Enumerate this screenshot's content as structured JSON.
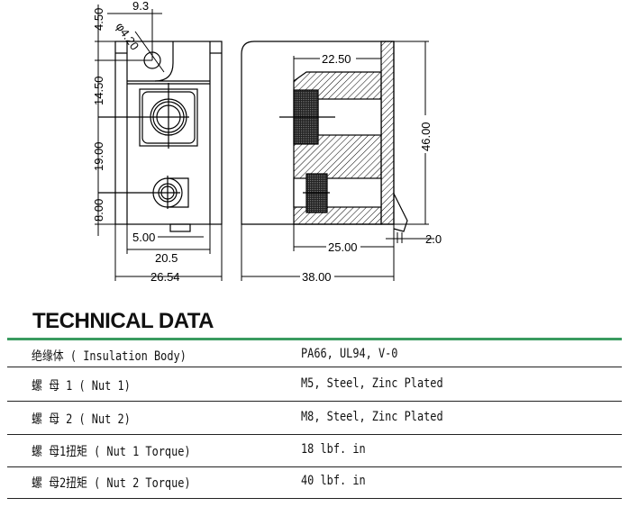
{
  "drawing": {
    "front_dims": {
      "top_offset": "4.50",
      "hole_x": "9.3",
      "hole_dia": "φ4.20",
      "nut1_y": "14.50",
      "nut2_y": "19.00",
      "bottom_y": "8.00",
      "tab_w": "5.00",
      "inner_w": "20.5",
      "outer_w": "26.54"
    },
    "side_dims": {
      "depth_inner": "22.50",
      "height": "46.00",
      "base_len": "25.00",
      "total_len": "38.00",
      "lip": "2.0"
    }
  },
  "section": {
    "title": "TECHNICAL DATA"
  },
  "table": {
    "rows": [
      {
        "label": "绝缘体 ( Insulation Body)",
        "value": "PA66, UL94, V-0"
      },
      {
        "label": "螺 母 1 ( Nut 1)",
        "value": "M5, Steel, Zinc Plated"
      },
      {
        "label": "螺 母 2 ( Nut 2)",
        "value": "M8, Steel, Zinc Plated"
      },
      {
        "label": "螺 母1扭矩 ( Nut 1 Torque)",
        "value": "18 lbf. in"
      },
      {
        "label": "螺 母2扭矩 ( Nut 2 Torque)",
        "value": "40 lbf. in"
      }
    ]
  },
  "colors": {
    "accent": "#3a9b60"
  }
}
